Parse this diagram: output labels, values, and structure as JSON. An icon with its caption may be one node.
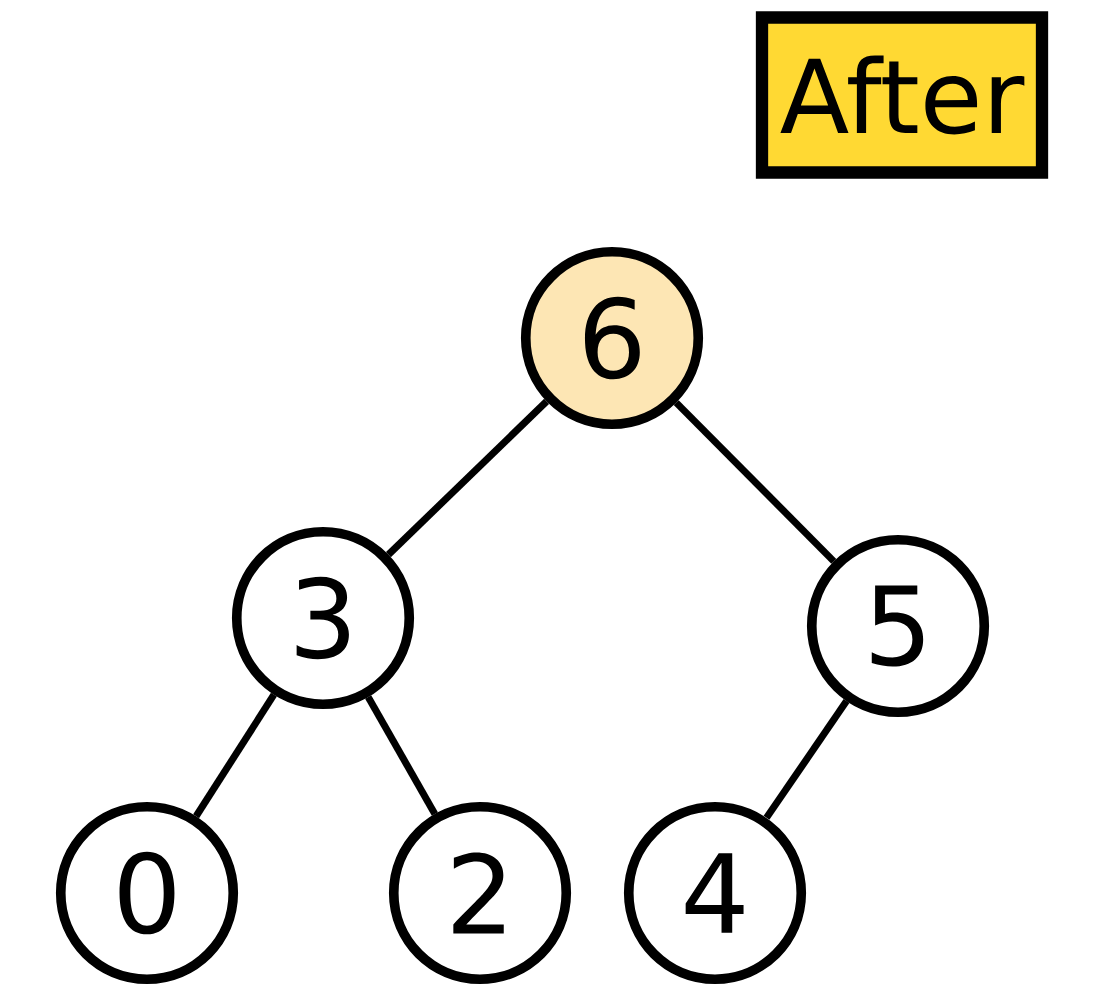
{
  "diagram": {
    "nodes": [
      {
        "text": [
          "After"
        ]
      },
      {
        "text": [
          "6"
        ]
      },
      {
        "text": [
          "3"
        ]
      },
      {
        "text": [
          "5"
        ]
      },
      {
        "text": [
          "0"
        ]
      },
      {
        "text": [
          "2"
        ]
      },
      {
        "text": [
          "4"
        ]
      }
    ],
    "edges": [
      {
        "from": 1,
        "to": 2,
        "arrow": "none"
      },
      {
        "from": 1,
        "to": 3,
        "arrow": "none"
      },
      {
        "from": 2,
        "to": 4,
        "arrow": "none"
      },
      {
        "from": 2,
        "to": 5,
        "arrow": "none"
      },
      {
        "from": 3,
        "to": 6,
        "arrow": "none"
      }
    ]
  }
}
